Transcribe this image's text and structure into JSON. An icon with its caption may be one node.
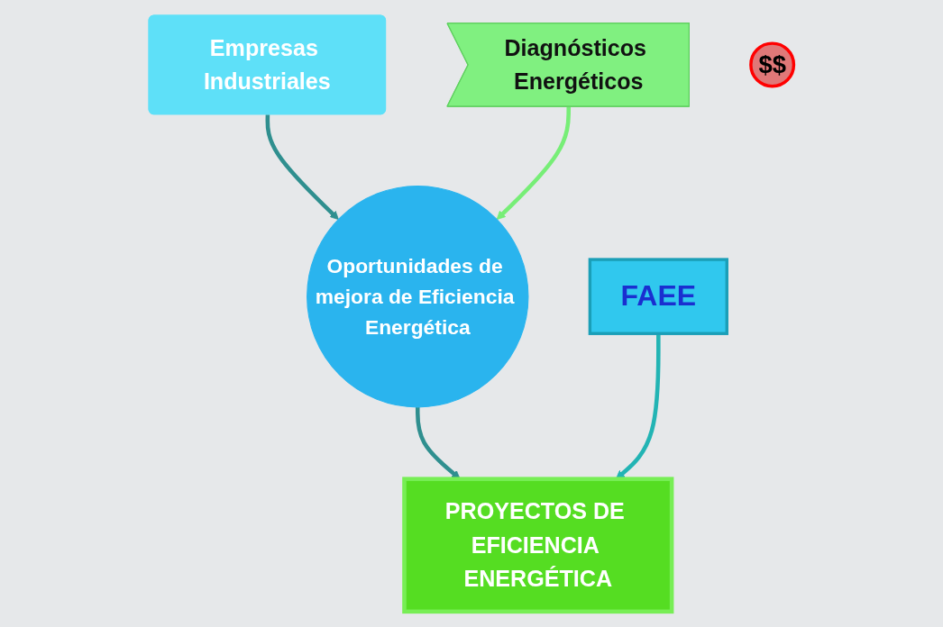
{
  "diagram": {
    "nodes": [
      {
        "text": [
          "Empresas Industriales"
        ]
      },
      {
        "text": [
          "Diagnósticos Energéticos"
        ]
      },
      {
        "text": [
          "Oportunidades de mejora de Eficiencia Energética"
        ]
      },
      {
        "text": [
          "FAEE"
        ]
      },
      {
        "text": [
          "$$"
        ]
      },
      {
        "text": [
          "PROYECTOS DE EFICIENCIA ENERGÉTICA"
        ]
      }
    ],
    "edges": [
      {
        "from": 0,
        "to": 2,
        "arrow": "to"
      },
      {
        "from": 1,
        "to": 2,
        "arrow": "to",
        "color": "#77ee77"
      },
      {
        "from": 2,
        "to": 5,
        "arrow": "to"
      },
      {
        "from": 3,
        "to": 5,
        "arrow": "to",
        "color": "#22b4b4"
      }
    ]
  }
}
